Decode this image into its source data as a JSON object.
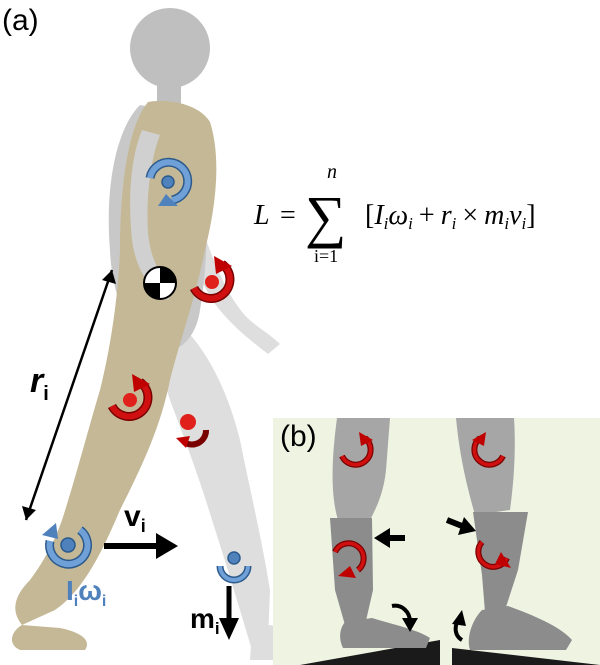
{
  "panel_a": {
    "label": "(a)",
    "equation": {
      "lhs": "L",
      "equals": "=",
      "sum_symbol": "∑",
      "upper_limit": "n",
      "lower_limit": "i=1",
      "body_open": "[",
      "I": "I",
      "omega": "ω",
      "plus": "+",
      "r": "r",
      "times": "×",
      "m": "m",
      "v": "v",
      "sub_i": "i",
      "body_close": "]"
    },
    "position_label": {
      "main": "r",
      "sub": "i"
    },
    "velocity_label": {
      "main": "v",
      "sub": "i"
    },
    "angular_label": {
      "I": "I",
      "omega": "ω",
      "sub": "i"
    },
    "mass_label": {
      "main": "m",
      "sub": "i"
    }
  },
  "panel_b": {
    "label": "(b)",
    "background": "#eef3e2"
  },
  "colors": {
    "blue": "#4f81bd",
    "blue_dark": "#2c5a8c",
    "red": "#c00000",
    "red_bright": "#e0201a",
    "torso_tan": "#c4b896",
    "body_gray": "#bfbfbf",
    "limb_gray": "#dedede",
    "leg_gray_b": "#a6a6a6",
    "shank_gray_b": "#8c8c8c"
  }
}
